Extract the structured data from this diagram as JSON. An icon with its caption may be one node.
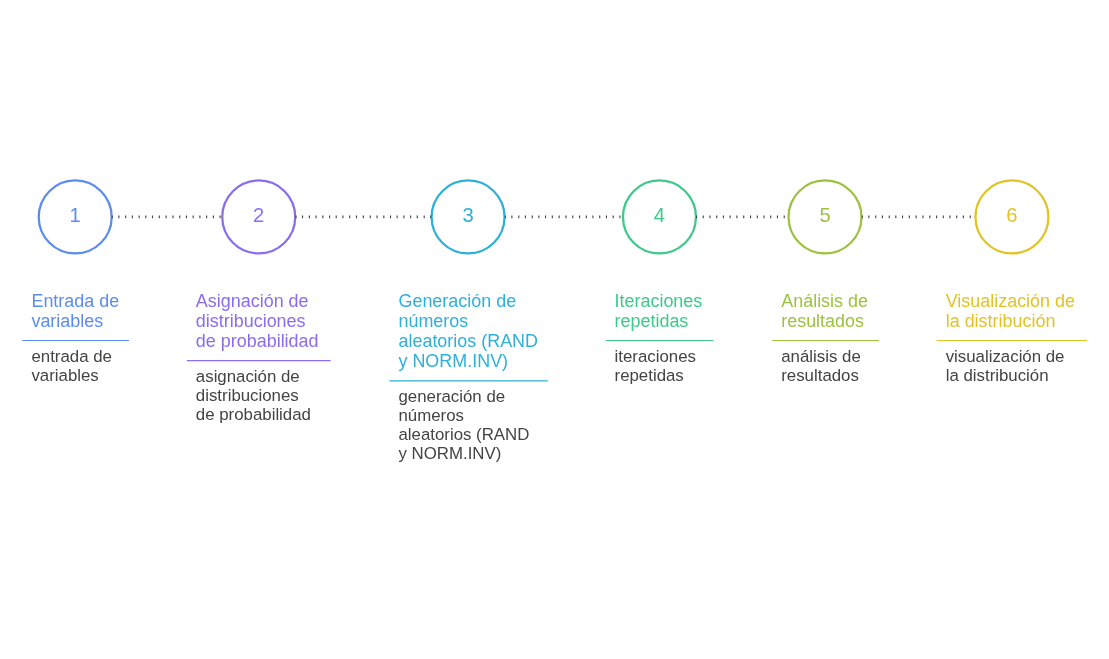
{
  "diagram": {
    "nodes": [
      {
        "text": [
          "1"
        ],
        "beside": [
          "Entrada de variables",
          "entrada de variables"
        ]
      },
      {
        "text": [
          "2"
        ],
        "beside": [
          "Asignación de distribuciones de probabilidad",
          "asignación de distribuciones de probabilidad"
        ]
      },
      {
        "text": [
          "3"
        ],
        "beside": [
          "Generación de números aleatorios (RAND y NORM.INV)",
          "generación de números aleatorios (RAND y NORM.INV)"
        ]
      },
      {
        "text": [
          "4"
        ],
        "beside": [
          "Iteraciones repetidas",
          "iteraciones repetidas"
        ]
      },
      {
        "text": [
          "5"
        ],
        "beside": [
          "Análisis de resultados",
          "análisis de resultados"
        ]
      },
      {
        "text": [
          "6"
        ],
        "beside": [
          "Visualización de la distribución",
          "visualización de la distribución"
        ]
      }
    ],
    "edges": [
      {
        "from": 0,
        "to": 1,
        "arrow": "none",
        "style": "dashed"
      },
      {
        "from": 1,
        "to": 2,
        "arrow": "none",
        "style": "dashed"
      },
      {
        "from": 2,
        "to": 3,
        "arrow": "none",
        "style": "dashed"
      },
      {
        "from": 3,
        "to": 4,
        "arrow": "none",
        "style": "dashed"
      },
      {
        "from": 4,
        "to": 5,
        "arrow": "none",
        "style": "dashed"
      }
    ]
  }
}
